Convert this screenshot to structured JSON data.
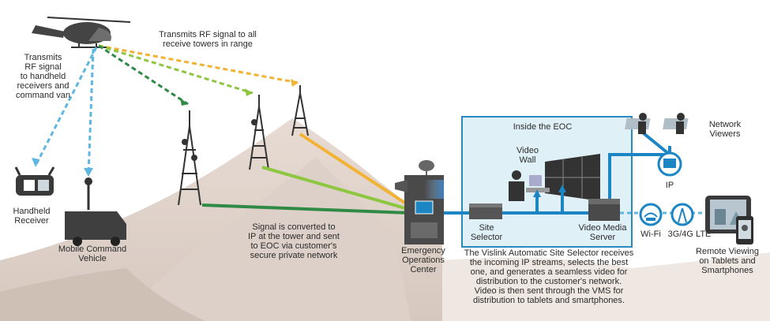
{
  "labels": {
    "transmits_rf_towers": "Transmits RF signal to all\nreceive towers in range",
    "transmits_rf_handheld": "Transmits\nRF signal\nto handheld\nreceivers and\ncommand van",
    "handheld_receiver": "Handheld\nReceiver",
    "mobile_command_vehicle": "Mobile Command\nVehicle",
    "signal_converted": "Signal is converted to\nIP at the tower and sent\nto EOC via customer's\nsecure private network",
    "emergency_operations_center": "Emergency\nOperations\nCenter",
    "inside_the_eoc": "Inside the EOC",
    "video_wall": "Video\nWall",
    "site_selector": "Site\nSelector",
    "video_media_server": "Video Media\nServer",
    "ip": "IP",
    "network_viewers": "Network\nViewers",
    "wifi": "Wi-Fi",
    "lte": "3G/4G LTE",
    "remote_viewing": "Remote Viewing\non Tablets and\nSmartphones",
    "description": "The Vislink Automatic Site Selector receives\nthe incoming IP streams, selects the best\none, and generates a seamless video for\ndistribution to the customer's network.\nVideo is then sent through the VMS for\ndistribution to tablets and smartphones."
  },
  "colors": {
    "orange_link": "#f2b233",
    "light_green_link": "#8dc63f",
    "dark_green_link": "#2f8a45",
    "blue_link": "#1b86c3",
    "dashed_blue": "#5fb6e0",
    "eoc_panel": "#dff0f7",
    "eoc_border": "#2a8ac0",
    "terrain": "#e8ddd6"
  }
}
